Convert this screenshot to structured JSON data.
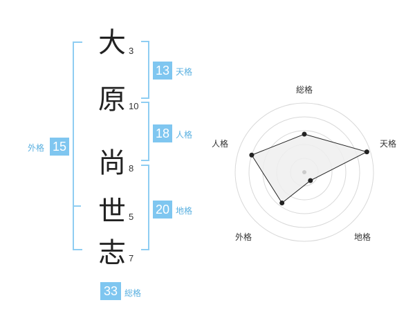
{
  "name": {
    "chars": [
      {
        "char": "大",
        "strokes": "3"
      },
      {
        "char": "原",
        "strokes": "10"
      },
      {
        "char": "尚",
        "strokes": "8"
      },
      {
        "char": "世",
        "strokes": "5"
      },
      {
        "char": "志",
        "strokes": "7"
      }
    ]
  },
  "scores": {
    "tenkaku": {
      "value": "13",
      "label": "天格"
    },
    "jinkaku": {
      "value": "18",
      "label": "人格"
    },
    "chikaku": {
      "value": "20",
      "label": "地格"
    },
    "gaikaku": {
      "value": "15",
      "label": "外格"
    },
    "soukaku": {
      "value": "33",
      "label": "総格"
    }
  },
  "radar": {
    "labels": [
      "総格",
      "天格",
      "地格",
      "外格",
      "人格"
    ],
    "levels": [
      0.55,
      0.95,
      0.15,
      0.55,
      0.8
    ],
    "colors": {
      "fill": "#efefef",
      "grid": "#d8d8d8",
      "line": "#222222",
      "point": "#222222",
      "center": "#cccccc"
    }
  }
}
